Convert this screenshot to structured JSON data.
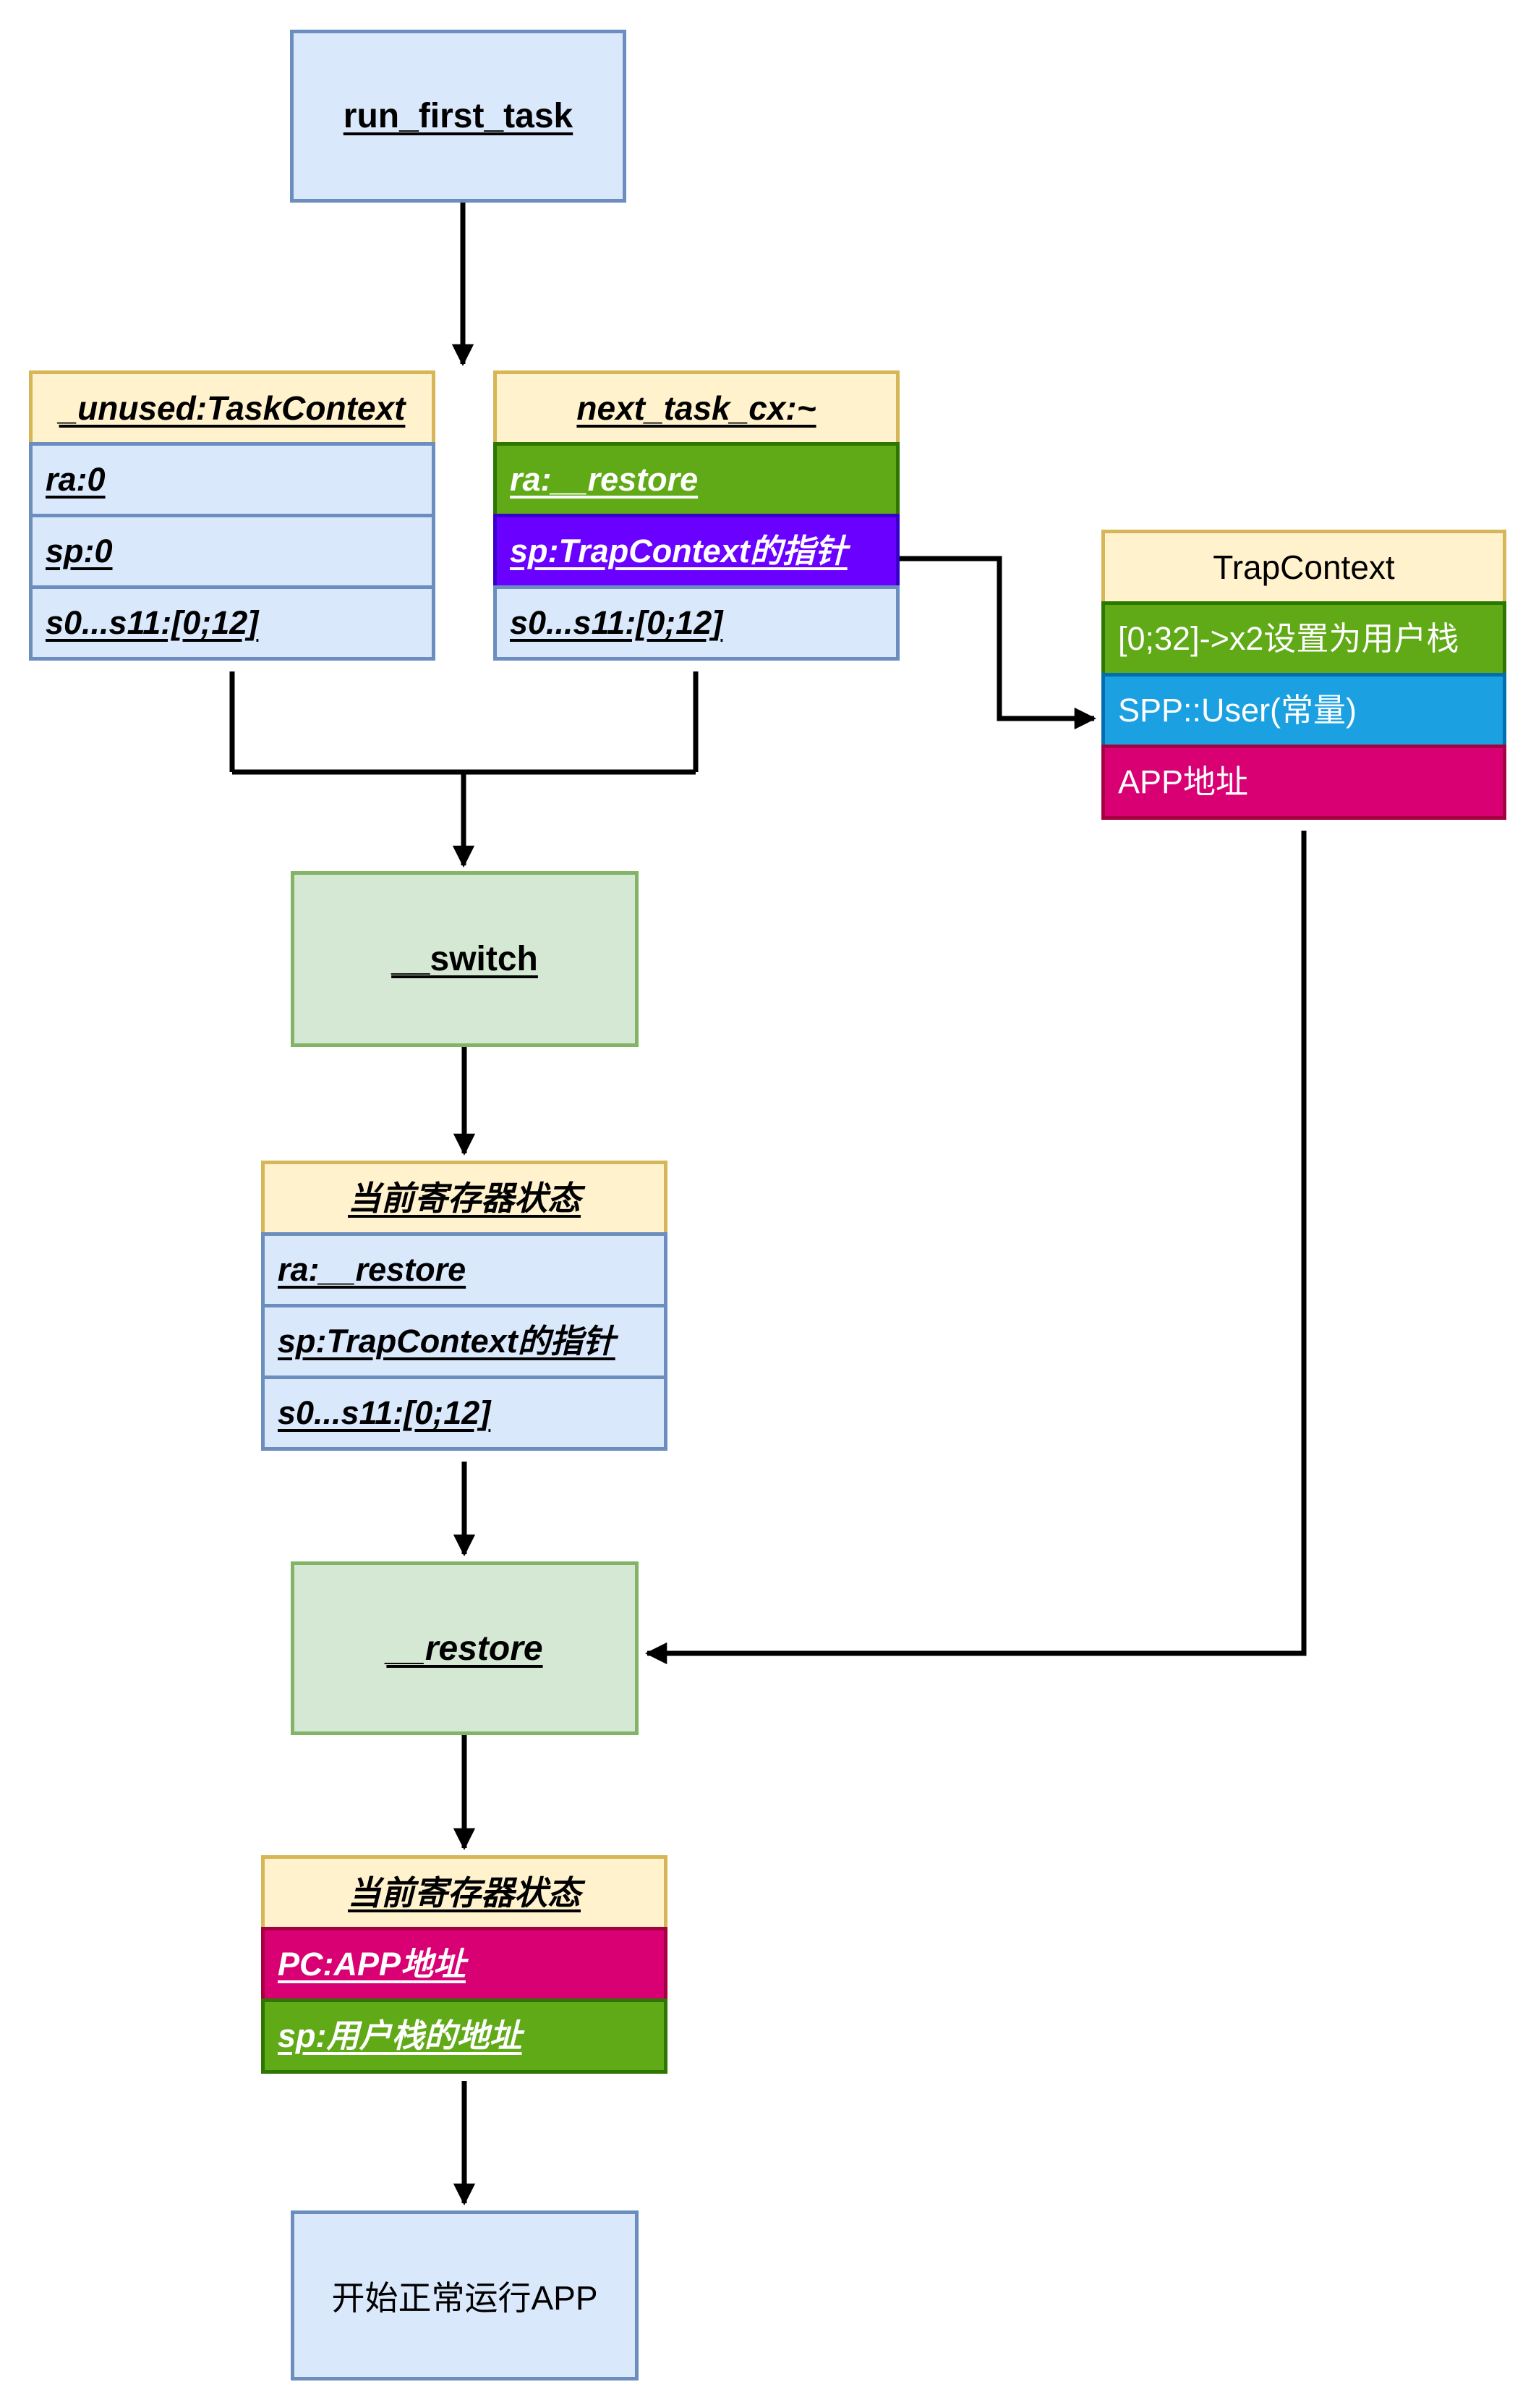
{
  "diagram": {
    "nodes": {
      "run_first_task": {
        "label": "run_first_task"
      },
      "switch": {
        "label": "__switch"
      },
      "restore": {
        "label": "__restore"
      },
      "start_app": {
        "label": "开始正常运行APP"
      }
    },
    "tables": {
      "unused": {
        "title": "_unused:TaskContext",
        "rows": [
          {
            "label": "ra:0"
          },
          {
            "label": "sp:0"
          },
          {
            "label": "s0...s11:[0;12]"
          }
        ]
      },
      "next_task_cx": {
        "title": "next_task_cx:~",
        "rows": [
          {
            "label": "ra:__restore"
          },
          {
            "label": "sp:TrapContext的指针"
          },
          {
            "label": "s0...s11:[0;12]"
          }
        ]
      },
      "trap_context": {
        "title": "TrapContext",
        "rows": [
          {
            "label": "[0;32]->x2设置为用户栈"
          },
          {
            "label": "SPP::User(常量)"
          },
          {
            "label": "APP地址"
          }
        ]
      },
      "reg_state_1": {
        "title": "当前寄存器状态",
        "rows": [
          {
            "label": "ra:__restore"
          },
          {
            "label": "sp:TrapContext的指针"
          },
          {
            "label": "s0...s11:[0;12]"
          }
        ]
      },
      "reg_state_2": {
        "title": "当前寄存器状态",
        "rows": [
          {
            "label": "PC:APP地址"
          },
          {
            "label": "sp:用户栈的地址"
          }
        ]
      }
    },
    "edges": [
      {
        "from": "run_first_task",
        "to": "task-context-boxes"
      },
      {
        "from": "_unused:TaskContext + next_task_cx",
        "to": "__switch"
      },
      {
        "from": "next_task_cx.sp",
        "to": "TrapContext.SPP::User"
      },
      {
        "from": "TrapContext",
        "to": "__restore"
      },
      {
        "from": "__switch",
        "to": "当前寄存器状态(1)"
      },
      {
        "from": "当前寄存器状态(1)",
        "to": "__restore"
      },
      {
        "from": "__restore",
        "to": "当前寄存器状态(2)"
      },
      {
        "from": "当前寄存器状态(2)",
        "to": "开始正常运行APP"
      }
    ],
    "palette": {
      "light_blue_fill": "#dae8fc",
      "light_blue_stroke": "#6c8ebf",
      "yellow_fill": "#fff2cc",
      "yellow_stroke": "#d6b656",
      "light_green_fill": "#d5e8d4",
      "light_green_stroke": "#82b366",
      "green_fill": "#60a917",
      "green_stroke": "#2d7600",
      "blue_fill": "#1ba1e2",
      "blue_stroke": "#006eaf",
      "purple_fill": "#6a00ff",
      "purple_stroke": "#3700cc",
      "magenta_fill": "#d80073",
      "magenta_stroke": "#a50040",
      "edge_color": "#000000",
      "background": "#ffffff"
    }
  }
}
